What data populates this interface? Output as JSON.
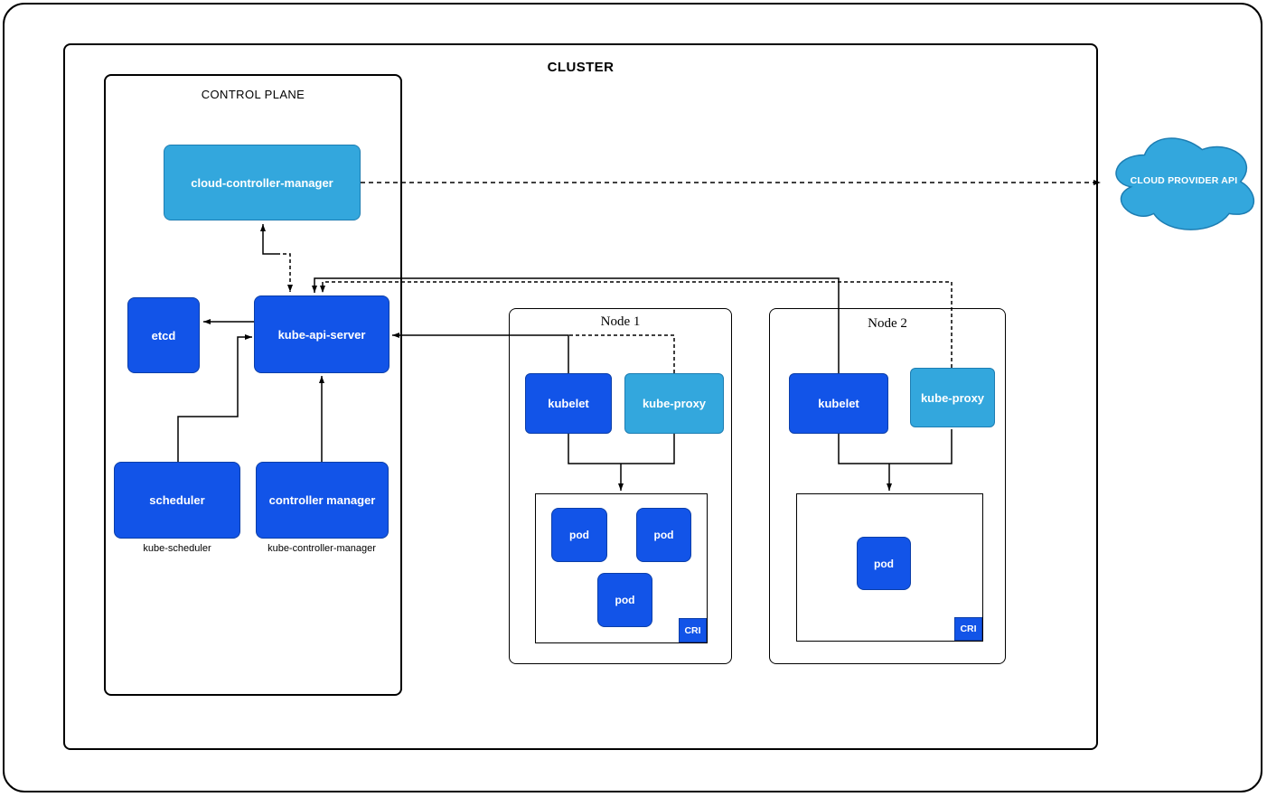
{
  "cluster": {
    "title": "CLUSTER"
  },
  "control_plane": {
    "title": "CONTROL PLANE",
    "cloud_controller_manager": "cloud-controller-manager",
    "etcd": "etcd",
    "kube_api_server": "kube-api-server",
    "scheduler": "scheduler",
    "scheduler_caption": "kube-scheduler",
    "controller_manager": "controller manager",
    "controller_manager_caption": "kube-controller-manager"
  },
  "nodes": [
    {
      "title": "Node 1",
      "kubelet": "kubelet",
      "kube_proxy": "kube-proxy",
      "cri": "CRI",
      "pods": [
        "pod",
        "pod",
        "pod"
      ]
    },
    {
      "title": "Node 2",
      "kubelet": "kubelet",
      "kube_proxy": "kube-proxy",
      "cri": "CRI",
      "pods": [
        "pod"
      ]
    }
  ],
  "cloud": {
    "label": "CLOUD PROVIDER API"
  },
  "colors": {
    "dark_blue": "#1254e8",
    "dark_blue_border": "#0b3ea8",
    "light_blue": "#33a7dd",
    "light_blue_border": "#1d7db2",
    "line": "#000000"
  }
}
